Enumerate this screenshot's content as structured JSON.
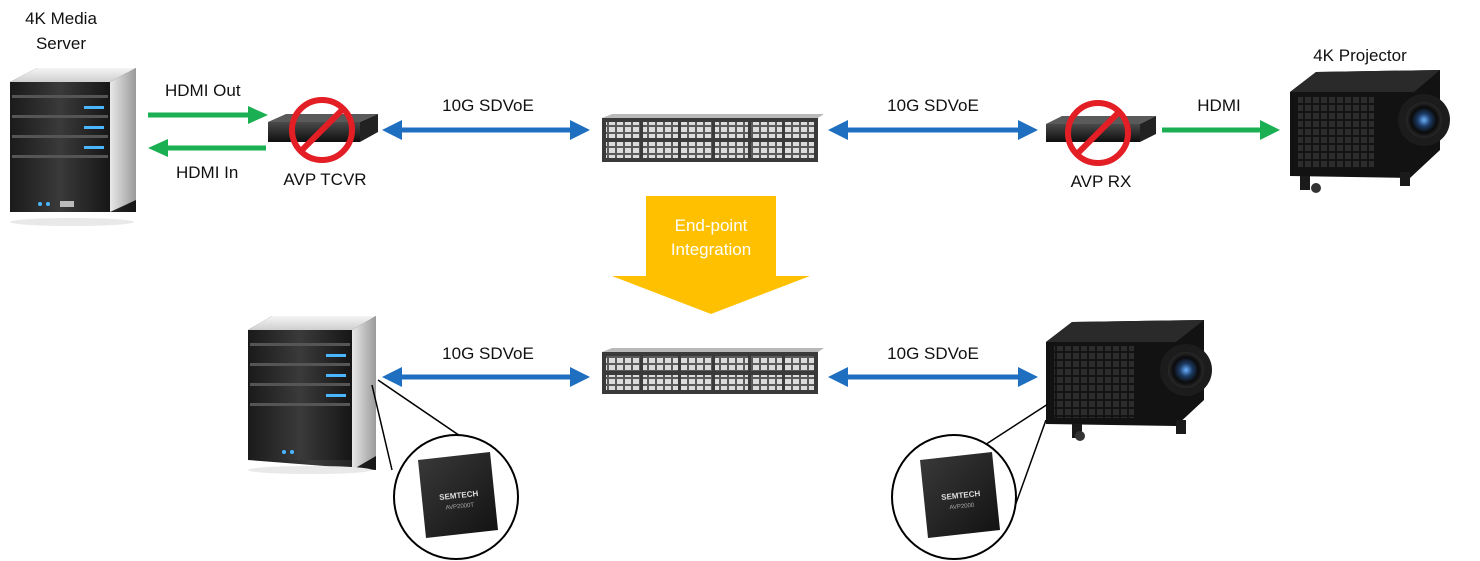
{
  "colors": {
    "green_arrow": "#1aaf52",
    "blue_arrow": "#1f6fc0",
    "integration_arrow": "#ffc000",
    "prohibit_sign": "#e31e24",
    "device_dark": "#1c1c1c"
  },
  "labels": {
    "server_line1": "4K Media",
    "server_line2": "Server",
    "projector": "4K Projector",
    "hdmi_out": "HDMI Out",
    "hdmi_in": "HDMI In",
    "avp_tcvr": "AVP TCVR",
    "sdvoe_top_left": "10G SDVoE",
    "sdvoe_top_right": "10G SDVoE",
    "hdmi": "HDMI",
    "avp_rx": "AVP RX",
    "integration_line1": "End-point",
    "integration_line2": "Integration",
    "sdvoe_bottom_left": "10G SDVoE",
    "sdvoe_bottom_right": "10G SDVoE"
  },
  "chips": {
    "left_brand": "SEMTECH",
    "left_model": "AVP2000T",
    "right_brand": "SEMTECH",
    "right_model": "AVP2000"
  },
  "icons": [
    "server-icon",
    "projector-icon",
    "network-switch-icon",
    "prohibited-icon",
    "chip-icon"
  ]
}
